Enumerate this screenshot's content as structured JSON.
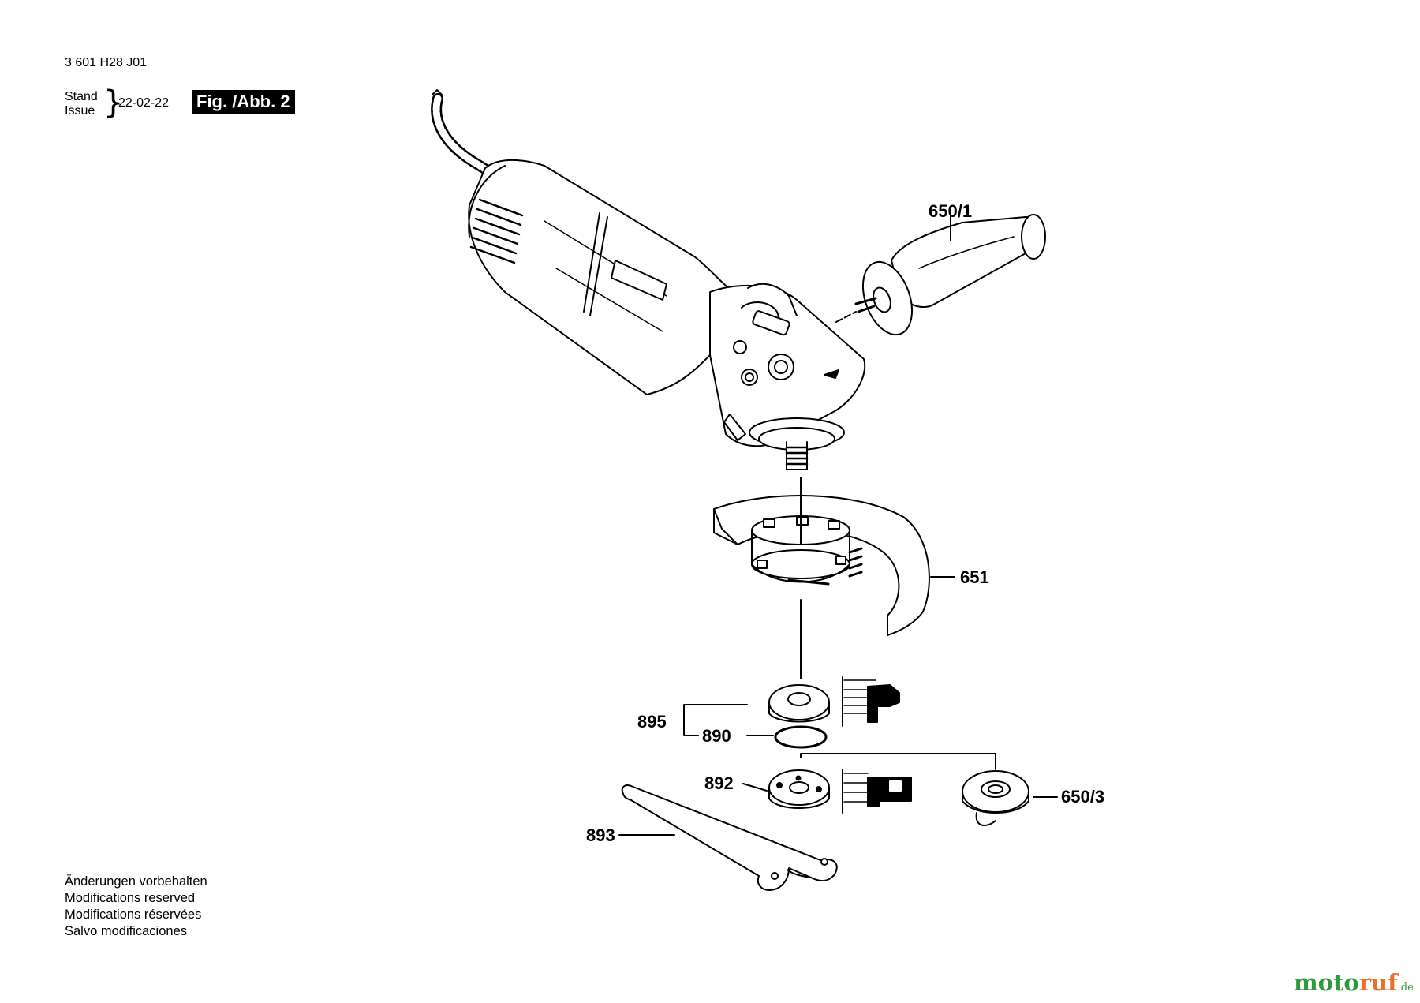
{
  "header": {
    "doc_number": "3 601 H28 J01",
    "stand_label": "Stand",
    "issue_label": "Issue",
    "date": "22-02-22",
    "figure_label": "Fig. /Abb. 2"
  },
  "callouts": {
    "side_handle": "650/1",
    "guard": "651",
    "flange_set": "895",
    "o_ring": "890",
    "clamping_nut": "892",
    "quick_nut": "650/3",
    "spanner": "893"
  },
  "footer": {
    "lines": [
      "Änderungen vorbehalten",
      "Modifications reserved",
      "Modifications réservées",
      "Salvo modificaciones"
    ]
  },
  "watermark": {
    "main": "moto",
    "accent": "ruf",
    "suffix": ".de"
  },
  "colors": {
    "ink": "#000000",
    "brand_green": "#2f9a3c",
    "brand_orange": "#e8712b"
  }
}
